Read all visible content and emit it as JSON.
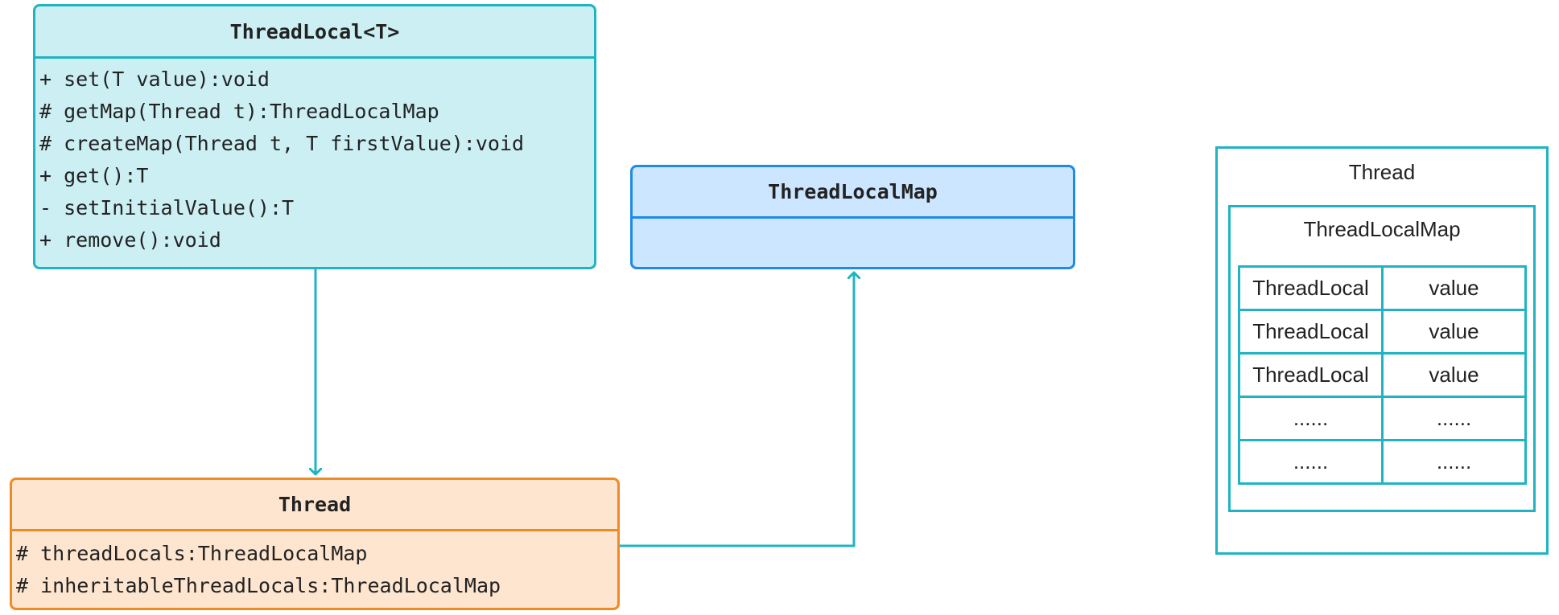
{
  "colors": {
    "teal": "#20b4c2",
    "teal_fill": "#cbeff2",
    "blue": "#1f8ae8",
    "blue_fill": "#cce6ff",
    "orange": "#f08a24",
    "orange_fill": "#fde5cf"
  },
  "threadlocal_class": {
    "name": "ThreadLocal<T>",
    "members": [
      "+ set(T value):void",
      "# getMap(Thread t):ThreadLocalMap",
      "# createMap(Thread t, T firstValue):void",
      "+ get():T",
      "- setInitialValue():T",
      "+ remove():void"
    ]
  },
  "threadlocalmap_class": {
    "name": "ThreadLocalMap"
  },
  "thread_class": {
    "name": "Thread",
    "members": [
      "# threadLocals:ThreadLocalMap",
      "# inheritableThreadLocals:ThreadLocalMap"
    ]
  },
  "structure": {
    "outer_title": "Thread",
    "inner_title": "ThreadLocalMap",
    "rows": [
      {
        "key": "ThreadLocal",
        "value": "value"
      },
      {
        "key": "ThreadLocal",
        "value": "value"
      },
      {
        "key": "ThreadLocal",
        "value": "value"
      },
      {
        "key": "......",
        "value": "......"
      },
      {
        "key": "......",
        "value": "......"
      }
    ]
  }
}
